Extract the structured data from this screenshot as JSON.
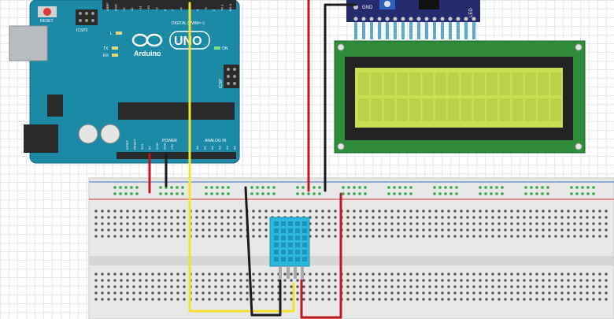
{
  "arduino": {
    "reset_label": "RESET",
    "icsp2_label": "ICSP2",
    "digital_label": "DIGITAL (PWM=~)",
    "brand": "Arduino",
    "model": "UNO",
    "led_l": "L",
    "led_tx": "TX",
    "led_rx": "RX",
    "on_label": "ON",
    "icsp_label": "ICSP",
    "power_label": "POWER",
    "analog_label": "ANALOG IN",
    "top_pins": [
      "AREF",
      "GND",
      "13",
      "12",
      "~11",
      "~10",
      "~9",
      "8",
      "7",
      "~6",
      "~5",
      "4",
      "~3",
      "2",
      "TX 1",
      "RX 0"
    ],
    "power_pins": [
      "IOREF",
      "RESET",
      "3V3",
      "5V",
      "GND",
      "GND",
      "VIN"
    ],
    "analog_pins": [
      "A0",
      "A1",
      "A2",
      "A3",
      "A4",
      "A5"
    ]
  },
  "i2c_module": {
    "pin_gnd": "GND",
    "led_label": "LED"
  },
  "colors": {
    "arduino_board": "#1c8aa6",
    "lcd_screen": "#c8e055",
    "lcd_pcb": "#2d8b3a",
    "i2c_board": "#262a6e",
    "sensor": "#2cb8de",
    "wire_red": "#c0181b",
    "wire_black": "#1b1b1b",
    "wire_yellow": "#f4e22c"
  }
}
